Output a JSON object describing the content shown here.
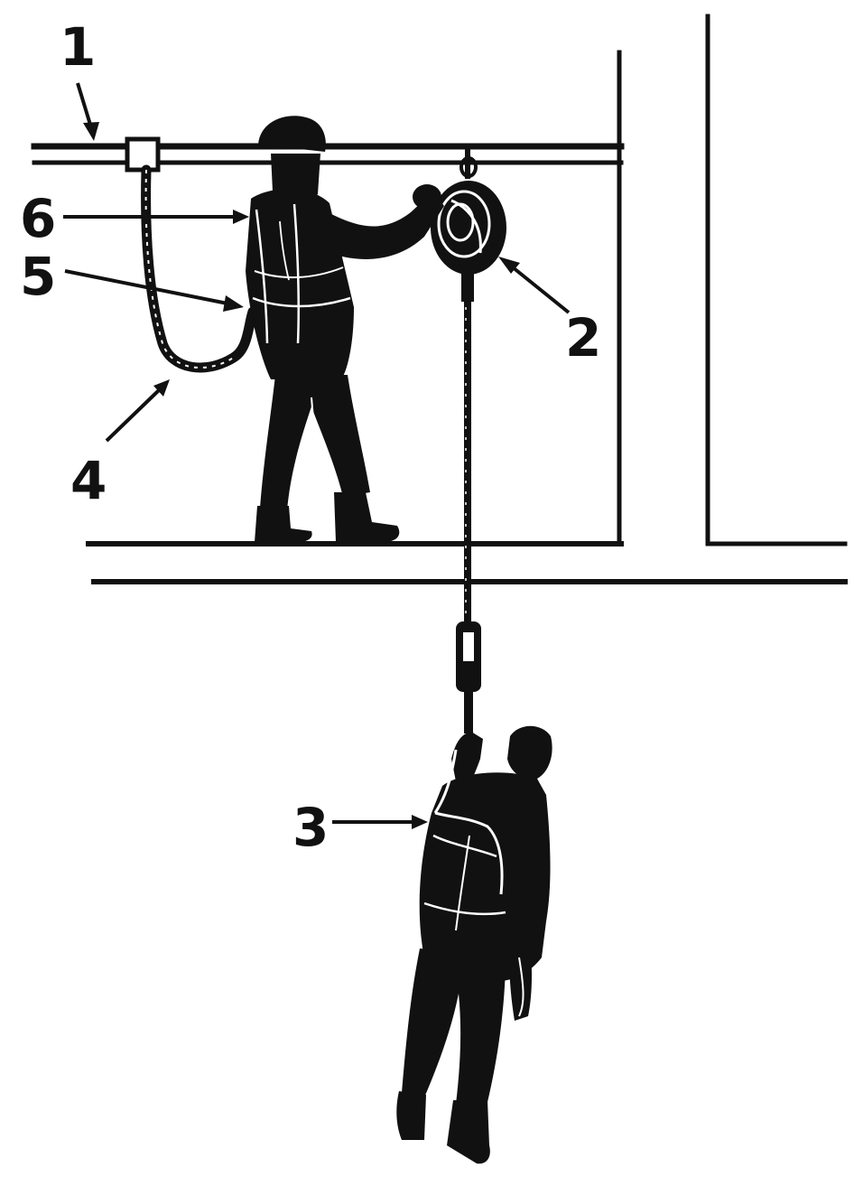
{
  "diagram": {
    "callouts": [
      {
        "id": "c1",
        "text": "1",
        "target": "anchor-rail"
      },
      {
        "id": "c2",
        "text": "2",
        "target": "retractable-fall-arrester"
      },
      {
        "id": "c3",
        "text": "3",
        "target": "suspended-worker-harness"
      },
      {
        "id": "c4",
        "text": "4",
        "target": "lanyard"
      },
      {
        "id": "c5",
        "text": "5",
        "target": "harness-waist-belt"
      },
      {
        "id": "c6",
        "text": "6",
        "target": "harness-shoulder-strap"
      }
    ]
  },
  "colors": {
    "ink": "#111111",
    "background": "#ffffff"
  }
}
